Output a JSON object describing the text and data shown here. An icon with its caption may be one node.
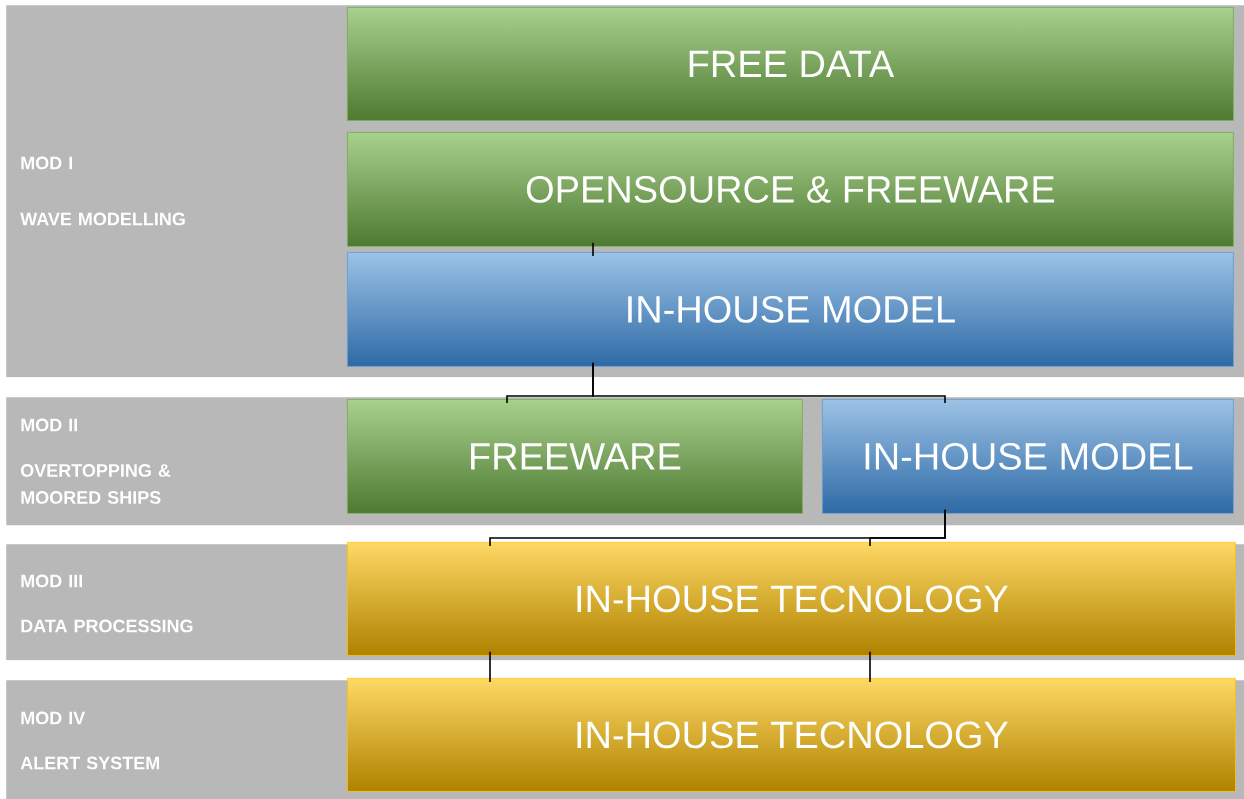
{
  "diagram": {
    "nodes": [
      {
        "text": [
          "MOD I",
          "WAVE MODELLING"
        ]
      },
      {
        "text": [
          "FREE DATA"
        ],
        "in": 0
      },
      {
        "text": [
          "OPENSOURCE & FREEWARE"
        ],
        "in": 0
      },
      {
        "text": [
          "IN-HOUSE MODEL"
        ],
        "in": 0
      },
      {
        "text": [
          "MOD II",
          "OVERTOPPING & MOORED SHIPS"
        ]
      },
      {
        "text": [
          "FREEWARE"
        ],
        "in": 4
      },
      {
        "text": [
          "IN-HOUSE MODEL"
        ],
        "in": 4
      },
      {
        "text": [
          "MOD III",
          "DATA PROCESSING"
        ]
      },
      {
        "text": [
          "IN-HOUSE TECNOLOGY"
        ],
        "in": 7
      },
      {
        "text": [
          "MOD IV",
          "ALERT SYSTEM"
        ]
      },
      {
        "text": [
          "IN-HOUSE TECNOLOGY"
        ],
        "in": 9
      }
    ],
    "edges": [
      {
        "from": 2,
        "to": 3,
        "arrow": "none"
      },
      {
        "from": 3,
        "to": 5,
        "arrow": "none"
      },
      {
        "from": 3,
        "to": 6,
        "arrow": "none"
      },
      {
        "from": 6,
        "to": 8,
        "arrow": "none"
      },
      {
        "from": 6,
        "to": 8,
        "arrow": "none"
      },
      {
        "from": 8,
        "to": 10,
        "arrow": "none"
      },
      {
        "from": 8,
        "to": 10,
        "arrow": "none"
      }
    ]
  }
}
